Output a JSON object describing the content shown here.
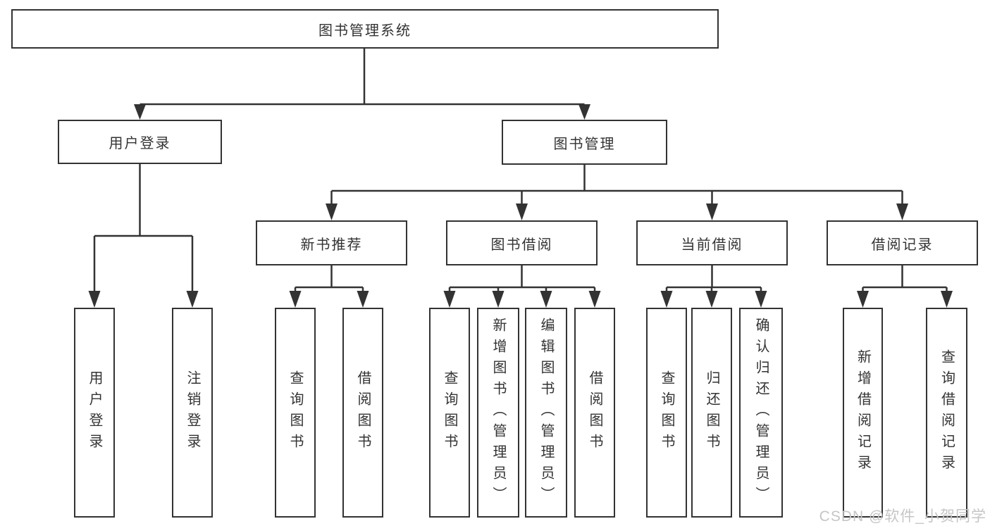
{
  "tree": {
    "root": {
      "label": "图书管理系统"
    },
    "branches": [
      {
        "label": "用户登录",
        "children": [
          {
            "label": "用户登录"
          },
          {
            "label": "注销登录"
          }
        ]
      },
      {
        "label": "图书管理",
        "groups": [
          {
            "label": "新书推荐",
            "children": [
              {
                "label": "查询图书"
              },
              {
                "label": "借阅图书"
              }
            ]
          },
          {
            "label": "图书借阅",
            "children": [
              {
                "label": "查询图书"
              },
              {
                "label": "新增图书（管理员）"
              },
              {
                "label": "编辑图书（管理员）"
              },
              {
                "label": "借阅图书"
              }
            ]
          },
          {
            "label": "当前借阅",
            "children": [
              {
                "label": "查询图书"
              },
              {
                "label": "归还图书"
              },
              {
                "label": "确认归还（管理员）"
              }
            ]
          },
          {
            "label": "借阅记录",
            "children": [
              {
                "label": "新增借阅记录"
              },
              {
                "label": "查询借阅记录"
              }
            ]
          }
        ]
      }
    ]
  },
  "watermark": {
    "text": "CSDN @软件_小贺同学"
  },
  "colors": {
    "line": "#333333",
    "text": "#333333",
    "watermark": "#c6c6c6"
  }
}
